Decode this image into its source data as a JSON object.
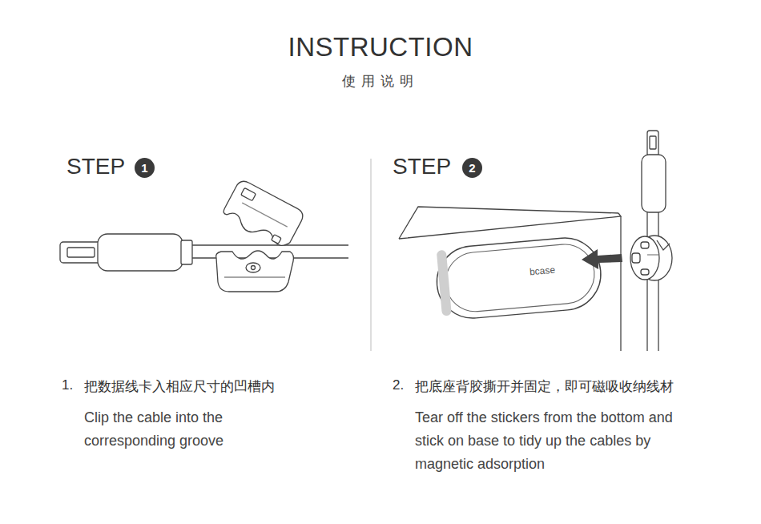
{
  "diagram": {
    "title": "INSTRUCTION",
    "nodes": [
      {
        "text": [
          "1"
        ]
      },
      {
        "text": [
          "2"
        ]
      }
    ],
    "labels": [
      "使用说明",
      "STEP",
      "STEP",
      "1.",
      "把数据线卡入相应尺寸的凹槽内",
      "Clip the cable into the corresponding groove",
      "2.",
      "把底座背胶撕开并固定，即可磁吸收纳线材",
      "Tear off the stickers from the bottom and stick on base to tidy up the cables by magnetic adsorption",
      "bcase"
    ]
  }
}
